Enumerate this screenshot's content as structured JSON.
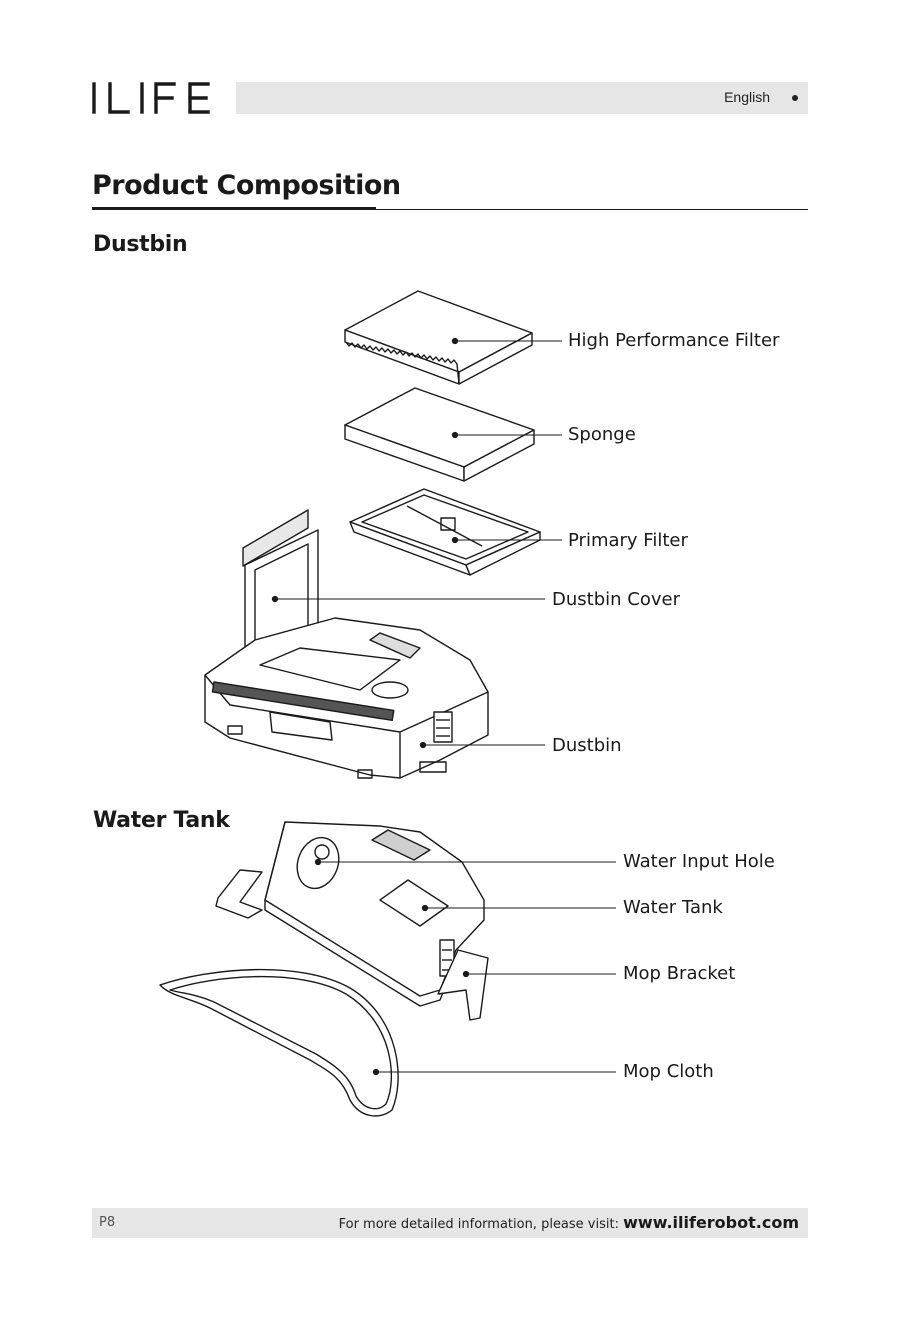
{
  "header": {
    "brand": "ILIFE",
    "language": "English"
  },
  "page": {
    "title": "Product Composition",
    "sections": {
      "dustbin": {
        "heading": "Dustbin",
        "callouts": [
          "High Performance Filter",
          "Sponge",
          "Primary Filter",
          "Dustbin Cover",
          "Dustbin"
        ]
      },
      "water_tank": {
        "heading": "Water Tank",
        "callouts": [
          "Water Input Hole",
          "Water Tank",
          "Mop Bracket",
          "Mop Cloth"
        ]
      }
    }
  },
  "footer": {
    "page_number": "P8",
    "info_text": "For more detailed information, please visit:",
    "url": "www.iliferobot.com"
  },
  "colors": {
    "bar_gray": "#e6e6e6",
    "ink": "#1a1a1a"
  },
  "icons": [
    "ilife-logo",
    "bullet-dot-icon"
  ]
}
